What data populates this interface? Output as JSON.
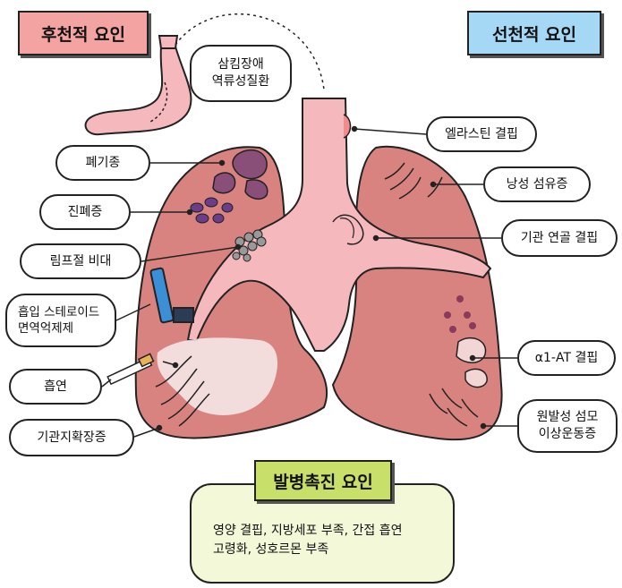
{
  "headers": {
    "acquired": "후천적 요인",
    "congenital": "선천적 요인",
    "precipitating": "발병촉진 요인"
  },
  "colors": {
    "acquired_header": "#f4a3a3",
    "congenital_header": "#a5d8f5",
    "precipitating_header": "#c8e06a",
    "panel_fill": "#f3f8d8",
    "lung_fill": "#d8837f",
    "trachea_fill": "#f4b8bd"
  },
  "left_callouts": {
    "swallowing": "삼킴장애\n역류성질환",
    "emphysema": "폐기종",
    "pneumoconiosis": "진폐증",
    "lymph_node": "림프절 비대",
    "inhaled_steroid": "흡입 스테로이드\n면역억제제",
    "smoking": "흡연",
    "bronchiectasis": "기관지확장증"
  },
  "right_callouts": {
    "elastin": "엘라스틴 결핍",
    "cystic_fibrosis": "낭성 섬유증",
    "tracheal_cartilage": "기관 연골 결핍",
    "alpha1_at": "α1-AT 결핍",
    "primary_ciliary": "원발성 섬모\n이상운동증"
  },
  "precipitating_text": "영양 결핍, 지방세포 부족, 간접 흡연\n고령화, 성호르몬 부족"
}
